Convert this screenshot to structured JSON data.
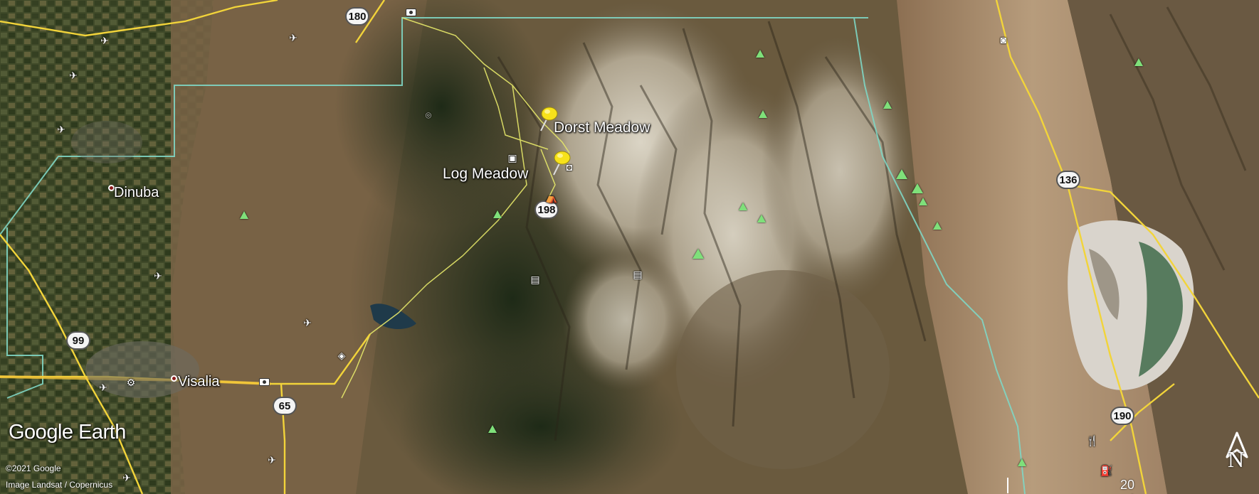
{
  "places": {
    "dorst_meadow": "Dorst Meadow",
    "log_meadow": "Log Meadow",
    "dinuba": "Dinuba",
    "visalia": "Visalia"
  },
  "routes": {
    "r180": "180",
    "r198": "198",
    "r99": "99",
    "r65": "65",
    "r136": "136",
    "r190": "190"
  },
  "branding": {
    "logo_text": "Google Earth",
    "copyright": "©2021 Google",
    "imagery_credit": "Image Landsat / Copernicus"
  },
  "scale": {
    "label": "20 mi"
  },
  "compass": {
    "letter": "N"
  },
  "colors": {
    "road": "#f2d43a",
    "boundary": "#7fd6c4",
    "park_trail": "#e7e96a",
    "pin": "#f7e21b",
    "peak": "#7fe07a"
  },
  "icons": {
    "pin": "yellow-pushpin-icon",
    "airport": "airplane-icon",
    "camera": "camera-icon",
    "peak": "mountain-peak-icon",
    "city": "city-dot-icon"
  }
}
